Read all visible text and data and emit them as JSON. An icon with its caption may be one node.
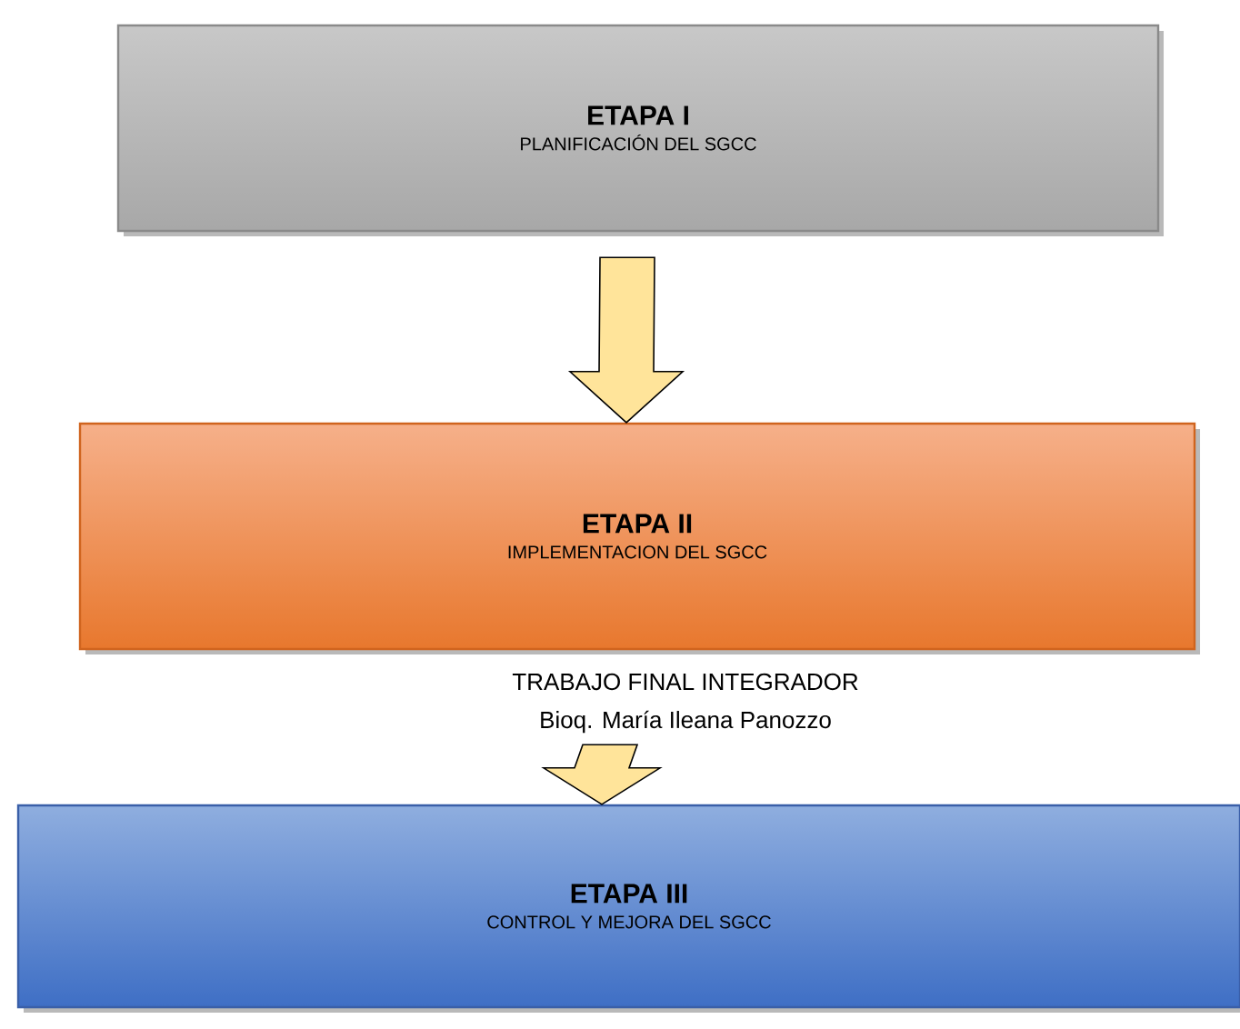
{
  "diagram": {
    "nodes": [
      {
        "text": [
          "ETAPA I",
          "PLANIFICACIÓN DEL SGCC"
        ]
      },
      {
        "text": [
          "ETAPA II",
          "IMPLEMENTACION DEL SGCC"
        ]
      },
      {
        "text": [
          "ETAPA III",
          "CONTROL Y MEJORA DEL SGCC"
        ]
      }
    ],
    "edges": [
      {
        "from": 0,
        "to": 1,
        "arrow": "to"
      },
      {
        "from": 1,
        "to": 2,
        "arrow": "to"
      }
    ],
    "labels": [
      "TRABAJO FINAL INTEGRADOR",
      "Bioq. María Ileana Panozzo"
    ]
  }
}
